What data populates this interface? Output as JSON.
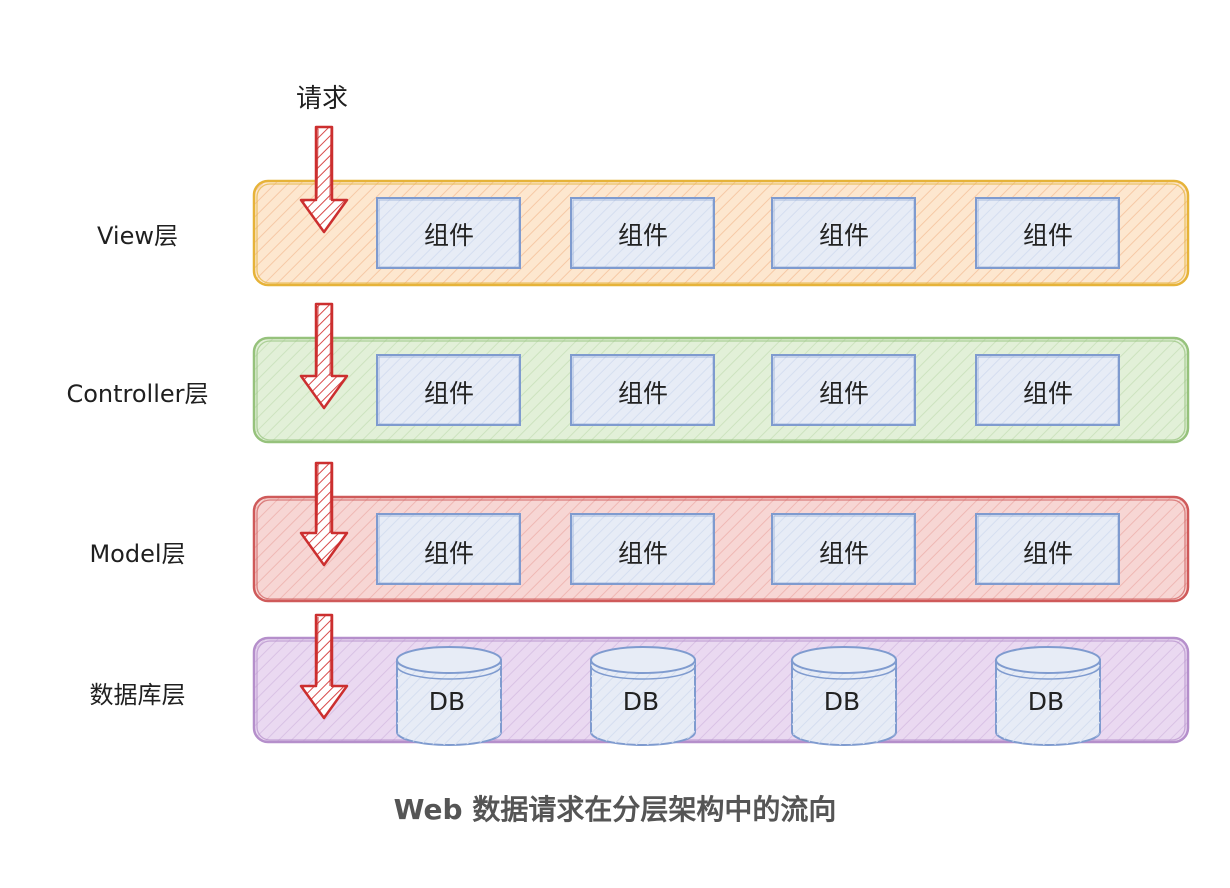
{
  "request_label": "请求",
  "caption": "Web 数据请求在分层架构中的流向",
  "arrow_color": "#cc2f2f",
  "layers": [
    {
      "label": "View层",
      "color": "#e6b339",
      "fill": "#fde7cf",
      "items": [
        "组件",
        "组件",
        "组件",
        "组件"
      ],
      "kind": "component"
    },
    {
      "label": "Controller层",
      "color": "#96c27c",
      "fill": "#e2f0d8",
      "items": [
        "组件",
        "组件",
        "组件",
        "组件"
      ],
      "kind": "component"
    },
    {
      "label": "Model层",
      "color": "#cf5a5a",
      "fill": "#f7d6d4",
      "items": [
        "组件",
        "组件",
        "组件",
        "组件"
      ],
      "kind": "component"
    },
    {
      "label": "数据库层",
      "color": "#b58fcb",
      "fill": "#ead9f1",
      "items": [
        "DB",
        "DB",
        "DB",
        "DB"
      ],
      "kind": "database"
    }
  ],
  "component_stroke": "#7f9bcf",
  "component_fill": "#e7ecf6"
}
